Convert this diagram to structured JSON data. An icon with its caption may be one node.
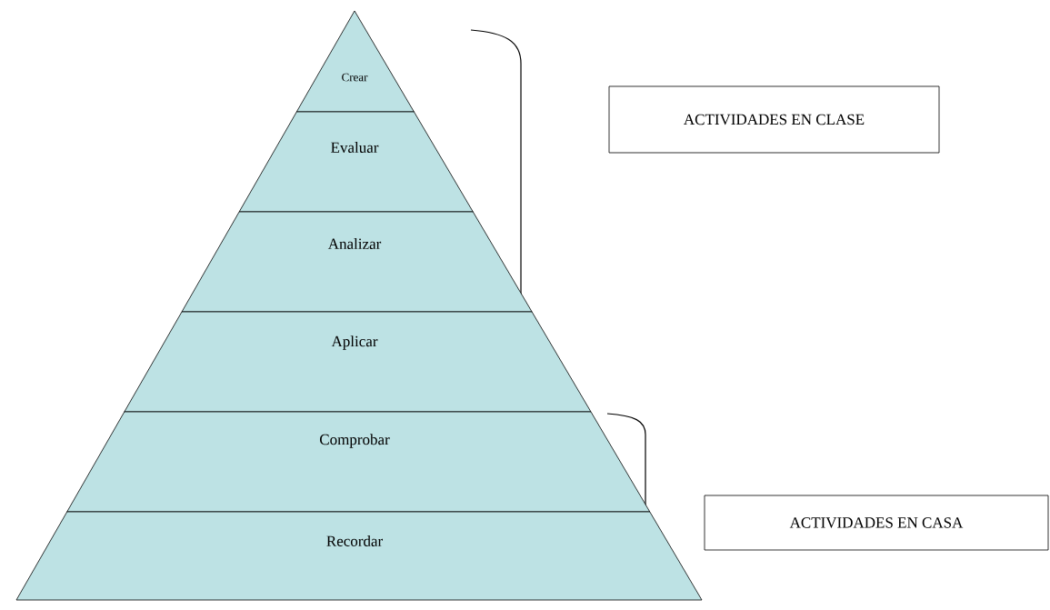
{
  "diagram": {
    "nodes": [
      {
        "text": [
          "Crear"
        ]
      },
      {
        "text": [
          "Evaluar"
        ]
      },
      {
        "text": [
          "Analizar"
        ]
      },
      {
        "text": [
          "Aplicar"
        ]
      },
      {
        "text": [
          "Comprobar"
        ]
      },
      {
        "text": [
          "Recordar"
        ]
      },
      {
        "text": [
          "ACTIVIDADES EN CLASE"
        ]
      },
      {
        "text": [
          "ACTIVIDADES EN CASA"
        ]
      }
    ]
  }
}
